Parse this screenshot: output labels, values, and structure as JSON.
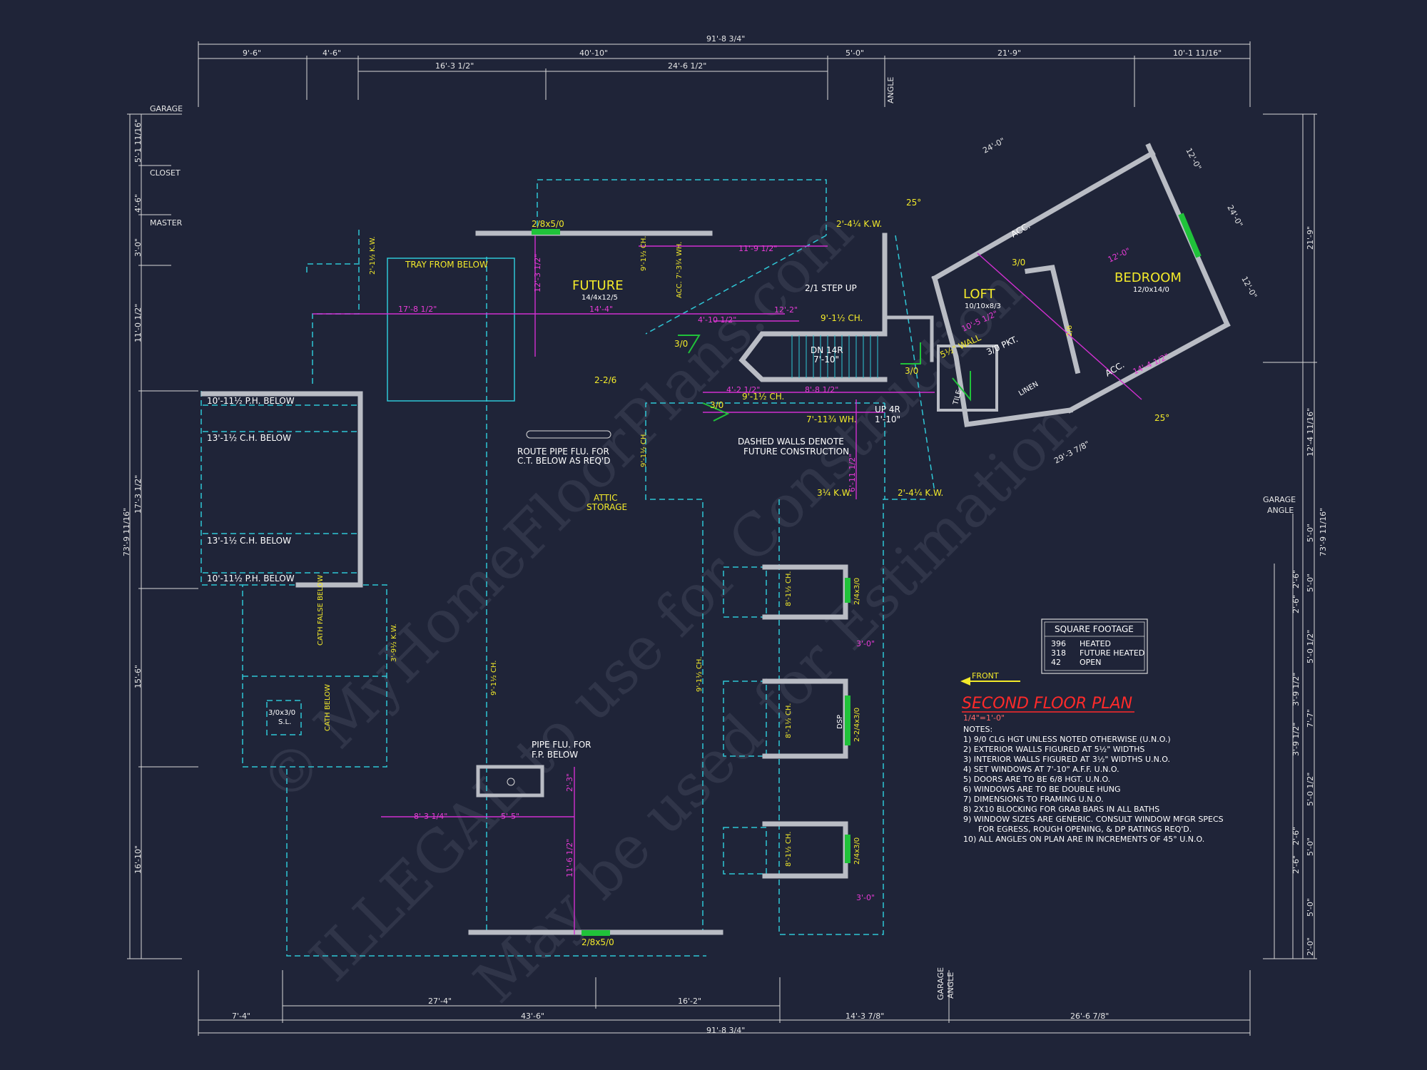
{
  "title": "SECOND FLOOR PLAN",
  "scale": "1/4\"=1'-0\"",
  "front_label": "FRONT",
  "rooms": {
    "future": {
      "name": "FUTURE",
      "size": "14/4x12/5"
    },
    "loft": {
      "name": "LOFT",
      "size": "10/10x8/3"
    },
    "bedroom": {
      "name": "BEDROOM",
      "size": "12/0x14/0"
    }
  },
  "labels": {
    "tray": "TRAY FROM BELOW",
    "step_up": "2/1 STEP UP",
    "dn": "DN 14R",
    "dn2": "7'-10\"",
    "up": "UP 4R",
    "up2": "1'-10\"",
    "ph_below_1": "10'-11½ P.H. BELOW",
    "ch_below_1": "13'-1½ C.H. BELOW",
    "ch_below_2": "13'-1½ C.H. BELOW",
    "ph_below_2": "10'-11½ P.H. BELOW",
    "route_pipe_1": "ROUTE PIPE FLU. FOR",
    "route_pipe_2": "C.T. BELOW AS REQ'D",
    "attic_1": "ATTIC",
    "attic_2": "STORAGE",
    "dashed_1": "DASHED WALLS DENOTE",
    "dashed_2": "FUTURE CONSTRUCTION",
    "pipe_fp_1": "PIPE FLU. FOR",
    "pipe_fp_2": "F.P. BELOW",
    "sl": "3/0x3/0",
    "sl2": "S.L.",
    "cath_false": "CATH FALSE BELOW",
    "cath_below": "CATH BELOW",
    "acc1": "ACC.",
    "acc2": "ACC.",
    "linen": "LINEN",
    "tile": "TILE",
    "wall": "5½\" WALL",
    "pkt": "3/0 PKT.",
    "angle": "ANGLE",
    "garage_angle_1": "GARAGE",
    "garage_angle_2": "ANGLE",
    "garage_angle_b1": "GARAGE",
    "garage_angle_b2": "ANGLE",
    "garage": "GARAGE",
    "closet": "CLOSET",
    "master": "MASTER",
    "ch_9_1": "9'-1½ CH.",
    "ch_8_1": "8'-1½ CH.",
    "acc_wh": "ACC. 7'-3¾ WH.",
    "kw_1": "2'-4¼ K.W.",
    "kw_2": "2'-1½ K.W.",
    "kw_3": "3'-9½ K.W.",
    "kw_4": "3¼ K.W.",
    "kw_5": "2'-4¼ K.W.",
    "wh_711": "7'-11¾ WH.",
    "deg25a": "25°",
    "deg25b": "25°",
    "door_top": "2/8x5/0",
    "door_bot": "2/8x5/0",
    "win_1": "2/4x3/0",
    "win_2": "2-2/4x3/0",
    "win_3": "2/4x3/0",
    "dsp": "DSP",
    "d30": "3/0",
    "d226": "2-2/6",
    "d26": "2/6"
  },
  "square_footage": {
    "header": "SQUARE FOOTAGE",
    "rows": [
      {
        "value": "396",
        "label": "HEATED"
      },
      {
        "value": "318",
        "label": "FUTURE HEATED"
      },
      {
        "value": "42",
        "label": "OPEN"
      }
    ]
  },
  "notes": {
    "header": "NOTES:",
    "items": [
      "1)   9/0 CLG HGT UNLESS NOTED OTHERWISE (U.N.O.)",
      "2)   EXTERIOR WALLS FIGURED AT 5½\" WIDTHS",
      "3)   INTERIOR WALLS FIGURED AT 3½\" WIDTHS U.N.O.",
      "4)   SET WINDOWS AT 7'-10\" A.F.F. U.N.O.",
      "5)   DOORS ARE TO BE 6/8 HGT. U.N.O.",
      "6)   WINDOWS ARE TO BE DOUBLE HUNG",
      "7)   DIMENSIONS TO FRAMING U.N.O.",
      "8)   2X10 BLOCKING FOR GRAB BARS IN ALL BATHS",
      "9)   WINDOW SIZES ARE GENERIC. CONSULT WINDOW MFGR SPECS",
      "      FOR EGRESS, ROUGH OPENING, & DP RATINGS REQ'D.",
      "10)  ALL ANGLES ON PLAN ARE IN INCREMENTS OF 45° U.N.O."
    ]
  },
  "dimensions": {
    "top_overall": "91'-8 3/4\"",
    "top_row": [
      "9'-6\"",
      "4'-6\"",
      "40'-10\"",
      "5'-0\"",
      "21'-9\"",
      "10'-1 11/16\""
    ],
    "top_inner": [
      "16'-3 1/2\"",
      "24'-6 1/2\""
    ],
    "bottom_overall": "91'-8 3/4\"",
    "bottom_row": [
      "7'-4\"",
      "43'-6\"",
      "14'-3 7/8\"",
      "26'-6 7/8\""
    ],
    "bottom_inner": [
      "27'-4\"",
      "16'-2\""
    ],
    "left_overall": "73'-9 11/16\"",
    "left_row": [
      "5'-1 11/16\"",
      "4'-6\"",
      "3'-0\"",
      "11'-0 1/2\"",
      "17'-3 1/2\"",
      "15'-6\"",
      "16'-10\""
    ],
    "right_overall": "73'-9 11/16\"",
    "right_row": [
      "21'-9\"",
      "12'-4 11/16\""
    ],
    "right_small": [
      "5'-0\"",
      "2'-6\"",
      "5'-0\"",
      "2'-6\"",
      "5'-0 1/2\"",
      "3'-9 1/2\"",
      "7'-7\"",
      "3'-9 1/2\"",
      "5'-0 1/2\"",
      "2'-6\"",
      "5'-0\"",
      "2'-6\"",
      "5'-0\"",
      "2'-0\""
    ],
    "wing": [
      "24'-0\"",
      "12'-0\"",
      "24'-0\"",
      "12'-0\"",
      "29'-3 7/8\""
    ],
    "magenta": [
      "11'-9 1/2\"",
      "17'-8 1/2\"",
      "14'-4\"",
      "12'-3 1/2\"",
      "8'-3 1/4\"",
      "5'-5\"",
      "11'-6 1/2\"",
      "2'-3\"",
      "4'-10 1/2\"",
      "12'-0\"",
      "10'-5 1/2\"",
      "14'-4 1/2\"",
      "12'-2\"",
      "8'-8 1/2\"",
      "4'-2 1/2\"",
      "6'-11 1/2\""
    ],
    "dim_3_0": "3'-0\""
  },
  "watermark": [
    "© MyHomeFloorPlans.com",
    "ILLEGAL to use for Construction",
    "May be used for Estimation"
  ],
  "colors": {
    "background": "#1f2438",
    "wall": "#b9bcc4",
    "cyan": "#2fc7d6",
    "magenta": "#d12fd0",
    "yellow": "#f3ea2a",
    "green": "#20c23a",
    "red": "#ff2a2a"
  }
}
